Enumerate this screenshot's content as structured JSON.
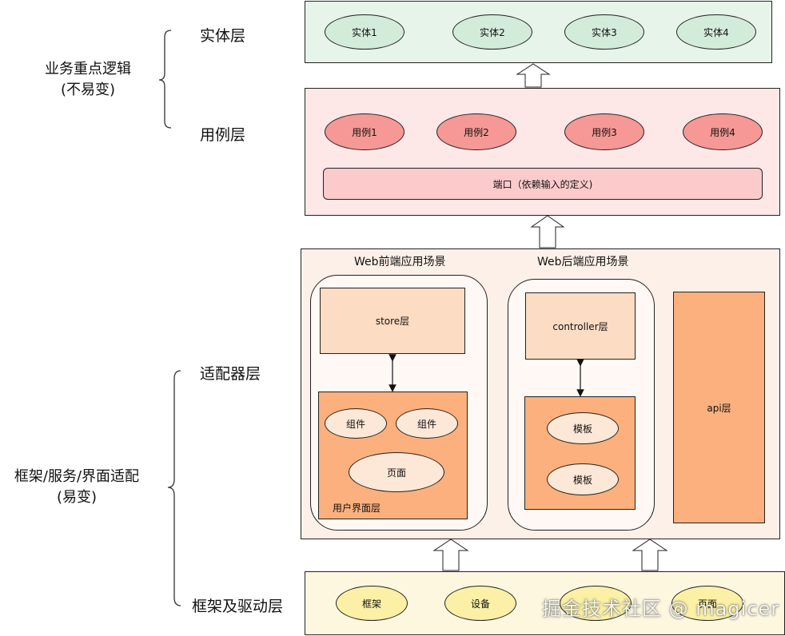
{
  "left_labels": {
    "entity_layer": "实体层",
    "usecase_layer": "用例层",
    "adapter_layer": "适配器层",
    "framework_layer": "框架及驱动层",
    "group_business": [
      "业务重点逻辑",
      "(不易变)"
    ],
    "group_framework": [
      "框架/服务/界面适配",
      "(易变)"
    ]
  },
  "entity": {
    "items": [
      "实体1",
      "实体2",
      "实体3",
      "实体4"
    ]
  },
  "usecase": {
    "items": [
      "用例1",
      "用例2",
      "用例3",
      "用例4"
    ],
    "port": "端口（依赖输入的定义)"
  },
  "adapter": {
    "web_frontend_title": "Web前端应用场景",
    "web_backend_title": "Web后端应用场景",
    "store": "store层",
    "ui_layer": "用户界面层",
    "components": [
      "组件",
      "组件"
    ],
    "page": "页面",
    "controller": "controller层",
    "templates": [
      "模板",
      "模板"
    ],
    "api": "api层"
  },
  "framework": {
    "items": [
      "框架",
      "设备",
      "",
      "页面"
    ]
  },
  "watermark": "掘金技术社区 @ magicer",
  "colors": {
    "entity_bg": "#e6f4ea",
    "entity_ellipse": "#d3ecd9",
    "usecase_bg": "#fde7e7",
    "usecase_ellipse": "#f59896",
    "port_bg": "#fbcaca",
    "adapter_bg": "#fdf0e8",
    "store_bg": "#fcdcc3",
    "ui_bg": "#fbb07d",
    "ellipse_light": "#fde7d6",
    "api_bg": "#fbb07d",
    "framework_bg": "#fdf7e0",
    "framework_ellipse": "#fbf0a6"
  }
}
